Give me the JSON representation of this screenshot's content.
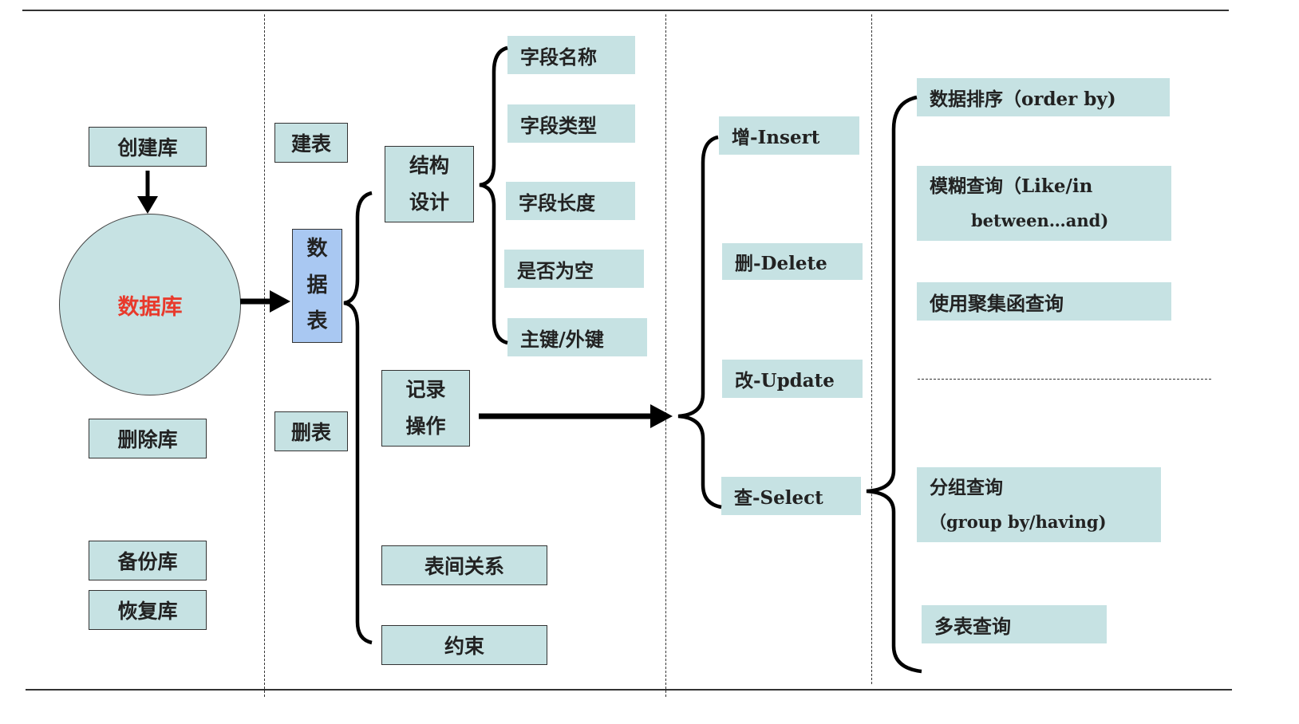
{
  "db_ops": {
    "center": "数据库",
    "create": "创建库",
    "delete": "删除库",
    "backup": "备份库",
    "restore": "恢复库"
  },
  "table_ops": {
    "create": "建表",
    "delete": "删表",
    "center": [
      "数",
      "据",
      "表"
    ]
  },
  "table_parts": {
    "structure": [
      "结构",
      "设计"
    ],
    "records": [
      "记录",
      "操作"
    ],
    "relations": "表间关系",
    "constraints": "约束"
  },
  "fields": [
    "字段名称",
    "字段类型",
    "字段长度",
    "是否为空",
    "主键/外键"
  ],
  "crud": [
    "增-Insert",
    "删-Delete",
    "改-Update",
    "查-Select"
  ],
  "queries": {
    "sort": "数据排序（order by)",
    "fuzzy": [
      "模糊查询（Like/in",
      "between…and)"
    ],
    "aggregate": "使用聚集函查询",
    "group": [
      "分组查询",
      "（group by/having)"
    ],
    "multi": "多表查询"
  },
  "colors": {
    "box_fill": "#c6e2e3",
    "highlight_fill": "#a9c8f2",
    "center_text": "#e83a2c",
    "line": "#000000"
  }
}
